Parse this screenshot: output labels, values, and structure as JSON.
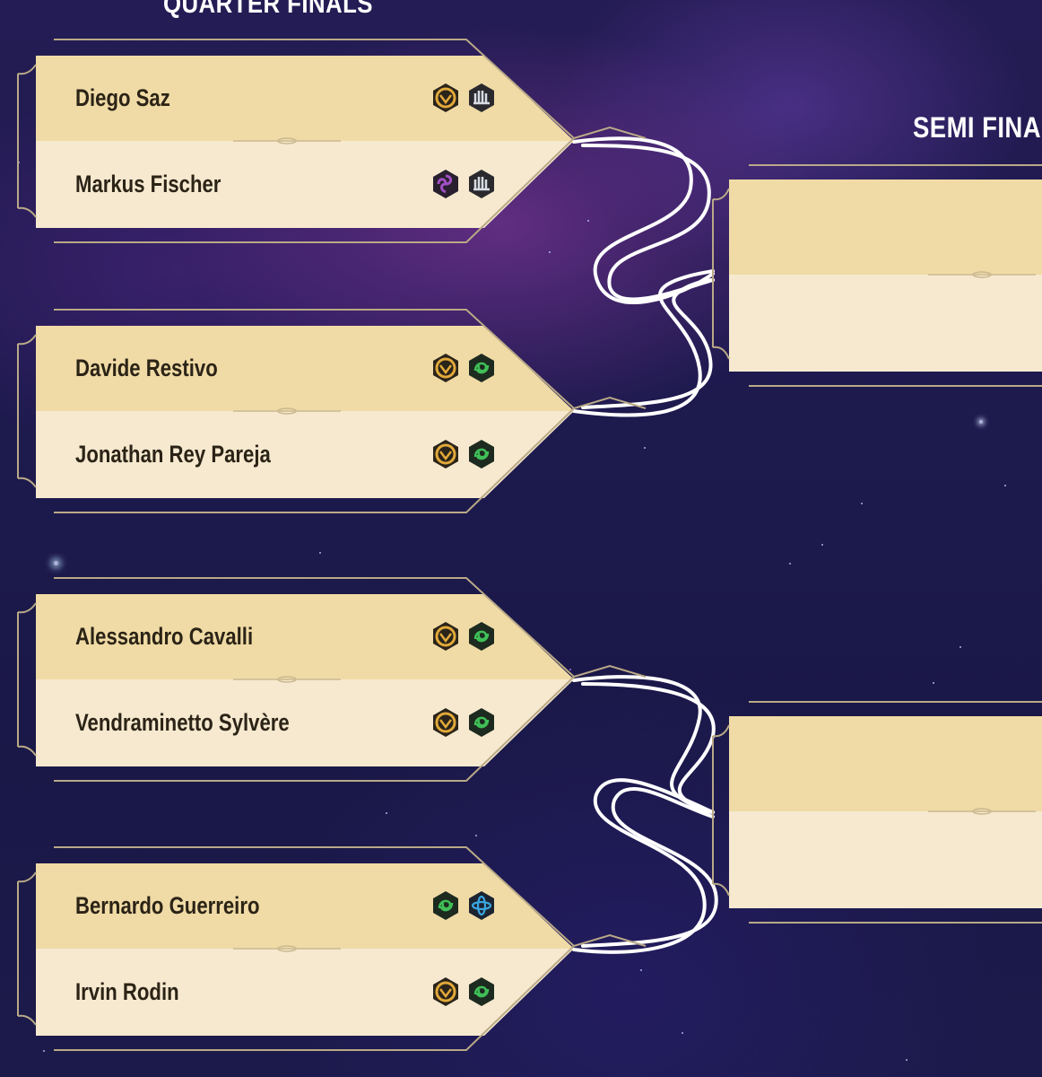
{
  "headings": {
    "quarter_finals": "QUARTER FINALS",
    "semi_finals": "SEMI FINA"
  },
  "colors": {
    "row_top": "#f0dba6",
    "row_bottom": "#f6e9cf",
    "frame_line": "#b9a987",
    "name_text": "#2b2316",
    "ribbon": "#ffffff"
  },
  "quarter_finals": [
    {
      "players": [
        {
          "name": "Diego Saz",
          "emblems": [
            "gold-emblem",
            "silver-emblem"
          ]
        },
        {
          "name": "Markus Fischer",
          "emblems": [
            "purple-emblem",
            "silver-emblem"
          ]
        }
      ]
    },
    {
      "players": [
        {
          "name": "Davide Restivo",
          "emblems": [
            "gold-emblem",
            "green-emblem"
          ]
        },
        {
          "name": "Jonathan Rey Pareja",
          "emblems": [
            "gold-emblem",
            "green-emblem"
          ]
        }
      ]
    },
    {
      "players": [
        {
          "name": "Alessandro Cavalli",
          "emblems": [
            "gold-emblem",
            "green-emblem"
          ]
        },
        {
          "name": "Vendraminetto Sylvère",
          "emblems": [
            "gold-emblem",
            "green-emblem"
          ]
        }
      ]
    },
    {
      "players": [
        {
          "name": "Bernardo Guerreiro",
          "emblems": [
            "green-emblem",
            "blue-emblem"
          ]
        },
        {
          "name": "Irvin Rodin",
          "emblems": [
            "gold-emblem",
            "green-emblem"
          ]
        }
      ]
    }
  ],
  "semi_finals": [
    {
      "players": [
        "",
        ""
      ]
    },
    {
      "players": [
        "",
        ""
      ]
    }
  ]
}
